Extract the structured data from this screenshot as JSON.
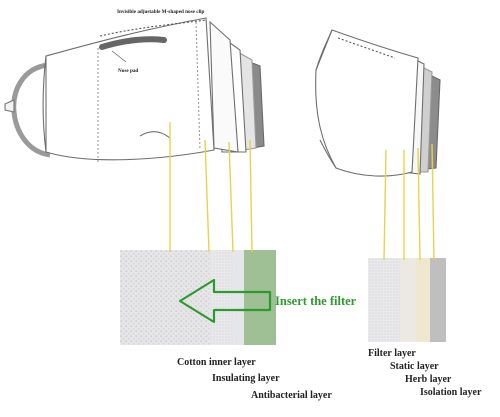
{
  "annotations": {
    "nose_clip": "Invisible adjustable M-shaped nose clip",
    "nose_pad": "Nose pad",
    "insert_filter": "Insert the filter"
  },
  "left_layers": [
    "Cotton inner layer",
    "Insulating layer",
    "Antibacterial layer"
  ],
  "right_layers": [
    "Filter layer",
    "Static layer",
    "Herb layer",
    "Isolation layer"
  ],
  "colors": {
    "leader_line": "#e8d24a",
    "arrow": "#2e9a2e",
    "antibacterial_swatch": "#9fbf95",
    "isolation_swatch": "#bfbfbf"
  }
}
